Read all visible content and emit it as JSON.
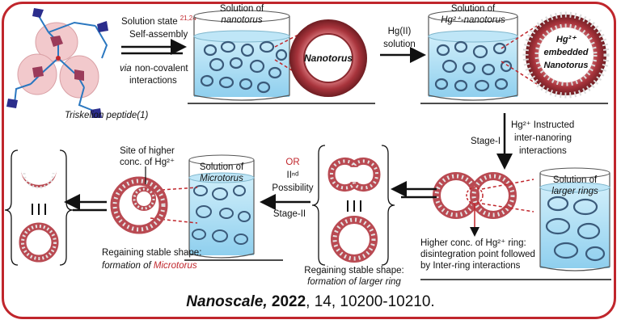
{
  "colors": {
    "frame": "#c0262c",
    "liquid": "#a9daf0",
    "ring": "#b94a52",
    "text": "#111111",
    "accent": "#c0262c"
  },
  "peptide": {
    "label": "Triskelion peptide(1)"
  },
  "step1": {
    "line1": "Solution state",
    "refs": "21,24",
    "line2": "Self-assembly",
    "line3_italic": "via",
    "line3": "non-covalent",
    "line4": "interactions"
  },
  "beaker1": {
    "line1": "Solution of",
    "line2": "nanotorus"
  },
  "torus_label": "Nanotorus",
  "step2": {
    "line1": "Hg(II)",
    "line2": "solution"
  },
  "beaker2": {
    "line1": "Solution of",
    "line2": "Hg²⁺-nanotorus"
  },
  "embedded": {
    "line1": "Hg²⁺",
    "line2": "embedded",
    "line3": "Nanotorus"
  },
  "stage1": {
    "label": "Stage-I",
    "line1": "Hg²⁺ Instructed",
    "line2": "inter-nanoring",
    "line3": "interactions"
  },
  "beaker3": {
    "line1": "Solution of",
    "line2": "larger rings"
  },
  "hgring": {
    "line1": "Higher conc. of Hg²⁺ ring:",
    "line2": "disintegration point followed",
    "line3": "by Inter-ring interactions"
  },
  "larger": {
    "line1": "Regaining stable shape:",
    "line2": "formation of larger ring"
  },
  "stage2": {
    "or": "OR",
    "line1": "IIⁿᵈ",
    "line2": "Possibility",
    "line3": "Stage-II"
  },
  "beaker4": {
    "line1": "Solution of",
    "line2": "Microtorus"
  },
  "site": {
    "line1": "Site of higher",
    "line2": "conc. of Hg²⁺"
  },
  "micro": {
    "line1": "Regaining stable shape:",
    "line2a": "formation of ",
    "line2b": "Microtorus"
  },
  "citation": {
    "journal": "Nanoscale,",
    "year": "2022",
    "rest": ", 14, 10200-10210."
  }
}
